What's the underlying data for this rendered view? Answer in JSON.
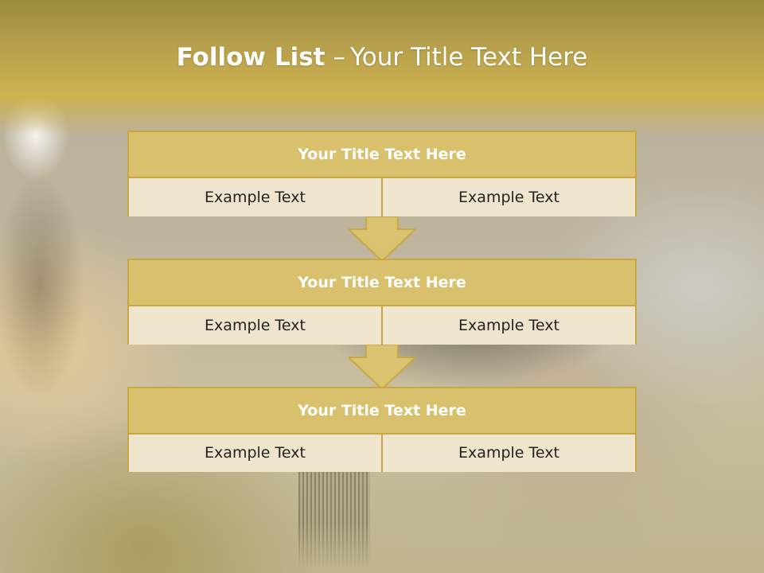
{
  "slide": {
    "title_bold": "Follow List",
    "title_separator": "–",
    "title_rest": "Your Title Text Here"
  },
  "blocks": [
    {
      "title": "Your Title Text Here",
      "left": "Example Text",
      "right": "Example Text"
    },
    {
      "title": "Your Title Text Here",
      "left": "Example Text",
      "right": "Example Text"
    },
    {
      "title": "Your Title Text Here",
      "left": "Example Text",
      "right": "Example Text"
    }
  ],
  "colors": {
    "header_gold": "#cfb24f",
    "block_header": "#d8c06c",
    "block_border": "#c9a843",
    "cell_fill": "#efe4cc",
    "arrow_fill": "#d9c270"
  }
}
